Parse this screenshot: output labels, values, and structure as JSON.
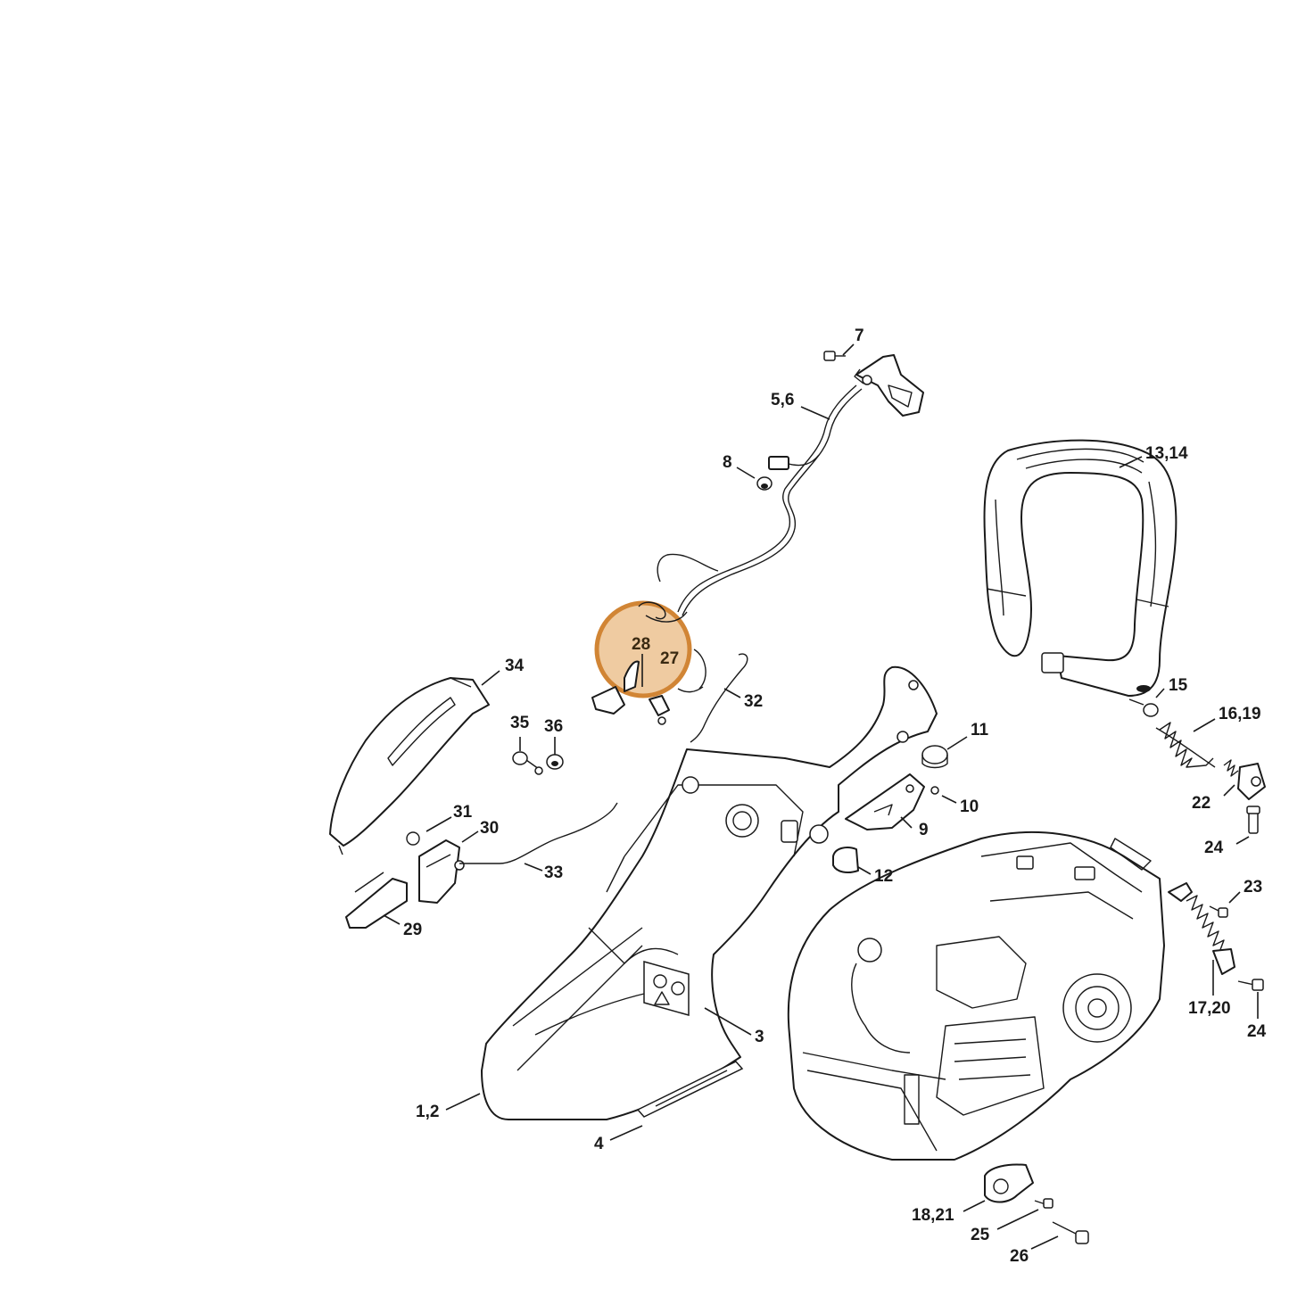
{
  "labels": {
    "l7": "7",
    "l5_6": "5,6",
    "l8": "8",
    "l13_14": "13,14",
    "l28": "28",
    "l27": "27",
    "l34": "34",
    "l32": "32",
    "l15": "15",
    "l16_19": "16,19",
    "l35": "35",
    "l36": "36",
    "l11": "11",
    "l10": "10",
    "l22": "22",
    "l31": "31",
    "l30": "30",
    "l9": "9",
    "l24a": "24",
    "l33": "33",
    "l12": "12",
    "l23": "23",
    "l29": "29",
    "l17_20": "17,20",
    "l24b": "24",
    "l3": "3",
    "l1_2": "1,2",
    "l4": "4",
    "l18_21": "18,21",
    "l25": "25",
    "l26": "26"
  },
  "highlight": {
    "color": "#cf7f2b",
    "fill": "#efc99d",
    "parts": [
      "28",
      "27"
    ]
  },
  "icons": [
    "warning-decal-icon",
    "screw-icon",
    "spring-icon",
    "nut-icon"
  ]
}
